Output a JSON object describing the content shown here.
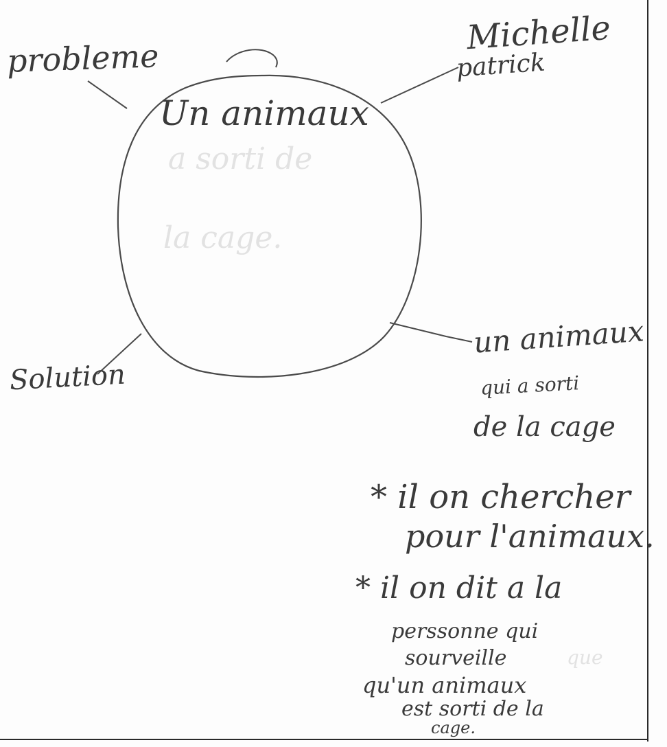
{
  "story_map": {
    "center": {
      "title": "Un animaux",
      "faint_lines": [
        "a sorti de",
        "la cage."
      ]
    },
    "problem": {
      "label": "probleme"
    },
    "characters": {
      "names": [
        "Michelle",
        "patrick"
      ]
    },
    "solution": {
      "label": "Solution"
    },
    "events": {
      "summary": [
        "un animaux",
        "qui a sorti",
        "de la cage"
      ],
      "point_1": [
        "* il on chercher",
        "pour l'animaux."
      ],
      "point_2": [
        "* il on dit a la",
        "perssonne qui",
        "sourveille",
        "qu'un animaux",
        "est sorti de la",
        "cage."
      ],
      "faint_word": "que"
    }
  },
  "colors": {
    "ink": "#3a3a3a",
    "faint_ink": "#e2e2e2",
    "paper": "#fdfdfd",
    "frame": "#2a2a2a"
  }
}
